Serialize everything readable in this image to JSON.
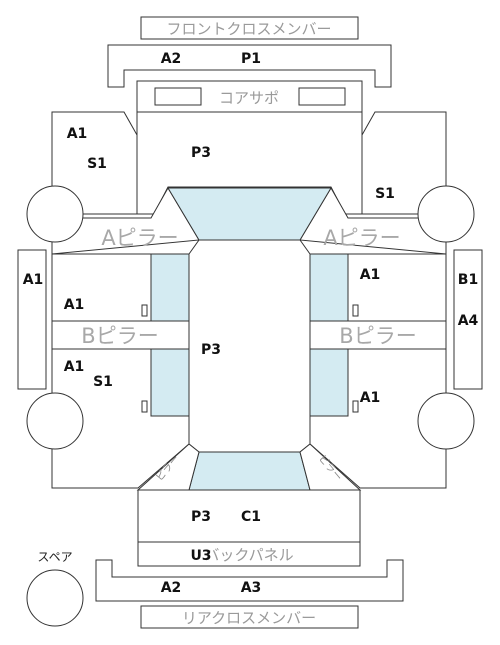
{
  "parts": {
    "front_cross_member": "フロントクロスメンバー",
    "core_support": "コアサポ",
    "a_pillar_left": "Aピラー",
    "a_pillar_right": "Aピラー",
    "b_pillar_left": "Bピラー",
    "b_pillar_right": "Bピラー",
    "back_panel": "バックパネル",
    "rear_cross_member": "リアクロスメンバー",
    "spare": "スペア",
    "corner_left": "ピラー",
    "corner_right": "ピラー"
  },
  "codes": {
    "front_a2": "A2",
    "front_p1": "P1",
    "left_front_a1": "A1",
    "left_front_s1": "S1",
    "roof_p3": "P3",
    "right_front_s1": "S1",
    "left_side_a1": "A1",
    "left_door_front_a1": "A1",
    "right_door_front_a1": "A1",
    "right_side_b1": "B1",
    "right_side_a4": "A4",
    "cabin_p3": "P3",
    "left_door_rear_a1": "A1",
    "left_door_rear_s1": "S1",
    "right_door_rear_a1": "A1",
    "trunk_p3": "P3",
    "trunk_c1": "C1",
    "back_u3": "U3",
    "rear_a2": "A2",
    "rear_a3": "A3"
  },
  "colors": {
    "glass": "#d4ebf2",
    "outline": "#333333",
    "part_label": "#9a9a9a"
  }
}
